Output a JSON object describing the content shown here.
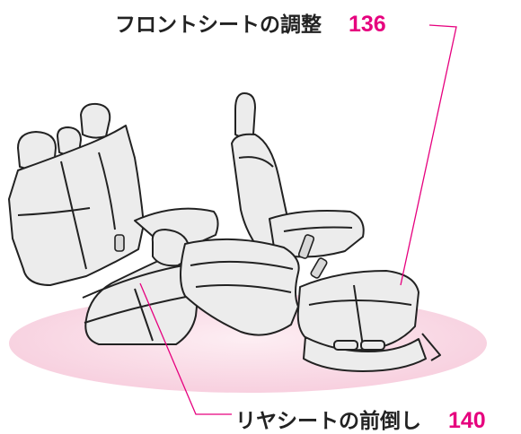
{
  "callouts": {
    "front": {
      "label": "フロントシートの調整",
      "page": "136"
    },
    "rear": {
      "label": "リヤシートの前倒し",
      "page": "140"
    }
  },
  "colors": {
    "accent": "#e6007e",
    "floor": "#fbe3ec",
    "seat_fill": "#ececec",
    "seat_outline": "#222222"
  }
}
